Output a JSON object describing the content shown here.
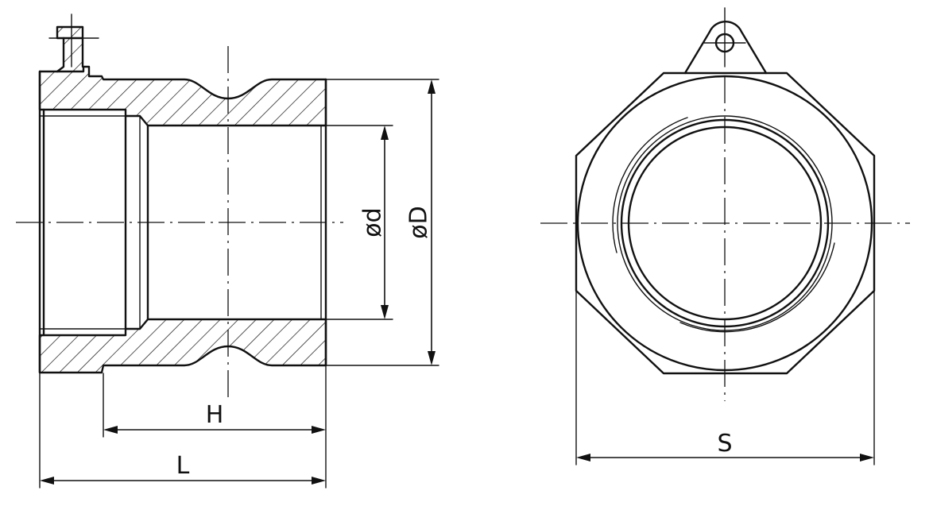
{
  "labels": {
    "inner_diameter": "ød",
    "outer_diameter": "øD",
    "length_h": "H",
    "length_l": "L",
    "width_s": "S"
  }
}
